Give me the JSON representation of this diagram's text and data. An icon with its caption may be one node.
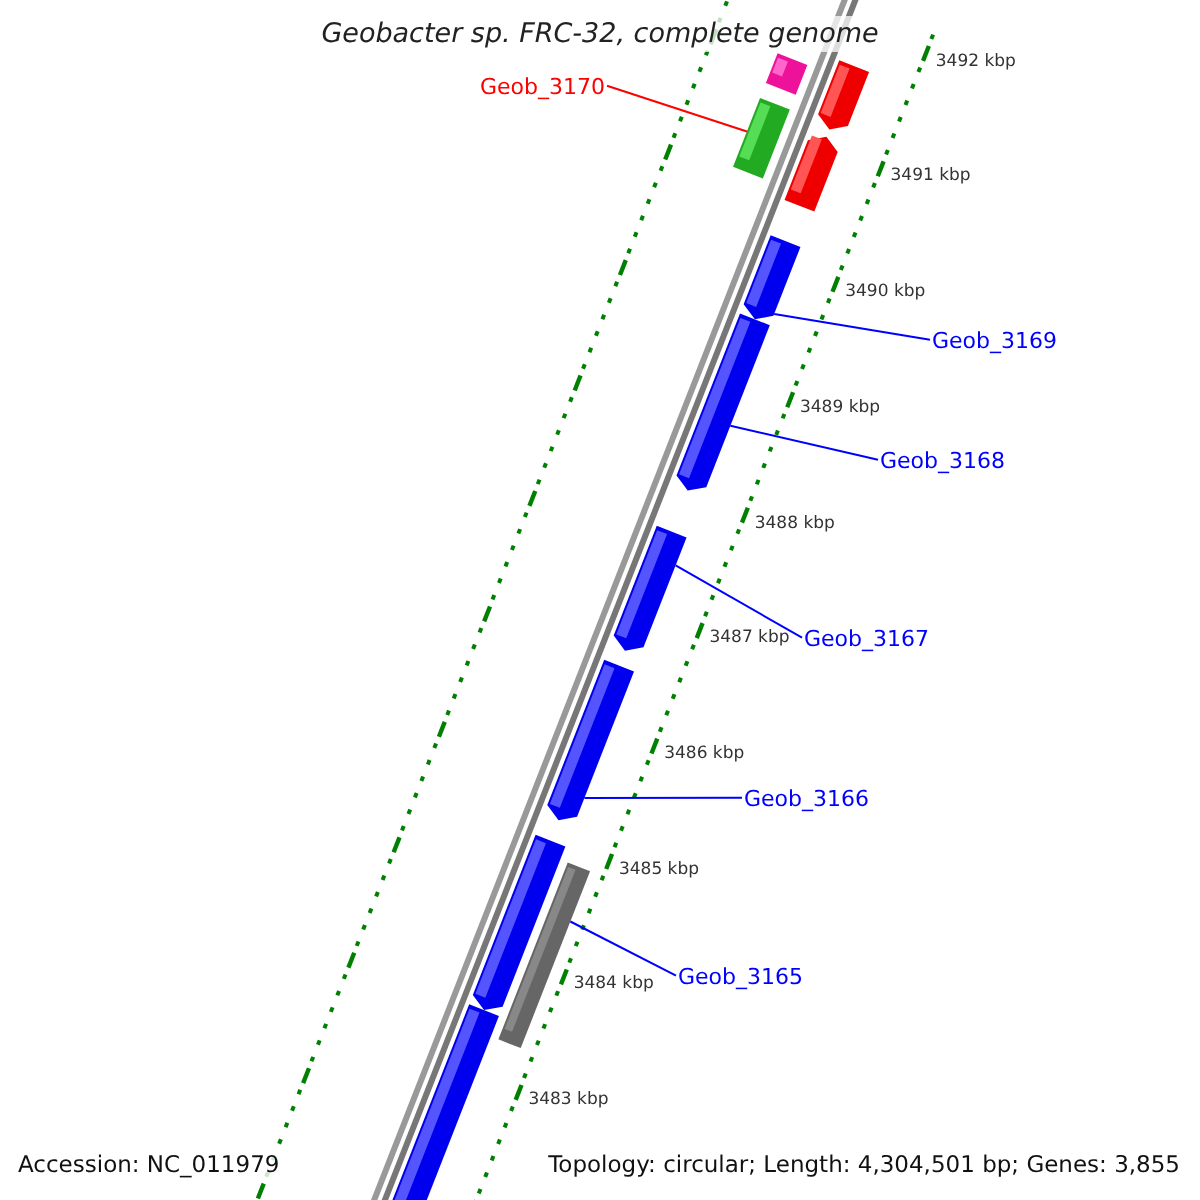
{
  "diagram": {
    "title": "Geobacter sp. FRC-32, complete genome",
    "nodes": [
      {
        "text": [
          "Geob_3170"
        ]
      },
      {
        "text": [],
        "shape": "bar"
      },
      {
        "text": [],
        "shape": "bar"
      },
      {
        "text": [],
        "shape": "bar"
      },
      {
        "text": [],
        "shape": "bar"
      },
      {
        "text": [
          "Geob_3169"
        ]
      },
      {
        "text": [],
        "shape": "bar"
      },
      {
        "text": [
          "Geob_3168"
        ]
      },
      {
        "text": [],
        "shape": "bar"
      },
      {
        "text": [
          "Geob_3167"
        ]
      },
      {
        "text": [],
        "shape": "bar"
      },
      {
        "text": [
          "Geob_3166"
        ]
      },
      {
        "text": [],
        "shape": "bar"
      },
      {
        "text": [],
        "shape": "bar"
      },
      {
        "text": [
          "Geob_3165"
        ]
      },
      {
        "text": [],
        "shape": "bar"
      },
      {
        "text": [],
        "shape": "bar"
      }
    ],
    "edges": [
      {
        "from": 0,
        "to": 3,
        "arrow": "none",
        "color": "#ff0000"
      },
      {
        "from": 5,
        "to": 6,
        "arrow": "none"
      },
      {
        "from": 7,
        "to": 8,
        "arrow": "none"
      },
      {
        "from": 9,
        "to": 10,
        "arrow": "none"
      },
      {
        "from": 11,
        "to": 12,
        "arrow": "none"
      },
      {
        "from": 14,
        "to": 15,
        "arrow": "none"
      }
    ],
    "labels": [
      "3492 kbp",
      "3491 kbp",
      "3490 kbp",
      "3489 kbp",
      "3488 kbp",
      "3487 kbp",
      "3486 kbp",
      "3485 kbp",
      "3484 kbp",
      "3483 kbp",
      "Accession: NC_011979",
      "Topology: circular; Length: 4,304,501 bp; Genes: 3,855"
    ]
  }
}
